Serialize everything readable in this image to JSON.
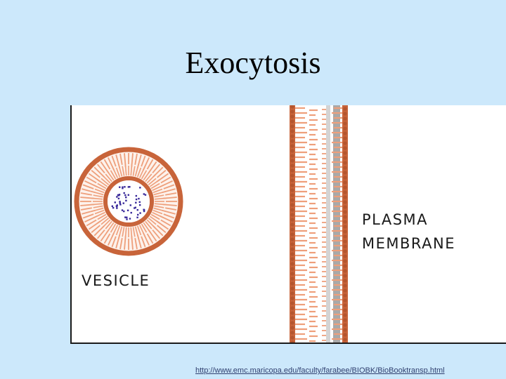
{
  "title": "Exocytosis",
  "diagram": {
    "labels": {
      "membrane_line1": "PLASMA",
      "membrane_line2": "MEMBRANE",
      "vesicle": "VESICLE"
    },
    "colors": {
      "background": "#cce8fb",
      "panel": "#ffffff",
      "lipid_head": "#c8643a",
      "lipid_tail": "#ee9f7b",
      "membrane_interior": "#ffffff",
      "protein_band": "#a9a9a9",
      "cargo": "#3a2a9a"
    }
  },
  "footer": {
    "source_url": "http://www.emc.maricopa.edu/faculty/farabee/BIOBK/BioBooktransp.html"
  }
}
